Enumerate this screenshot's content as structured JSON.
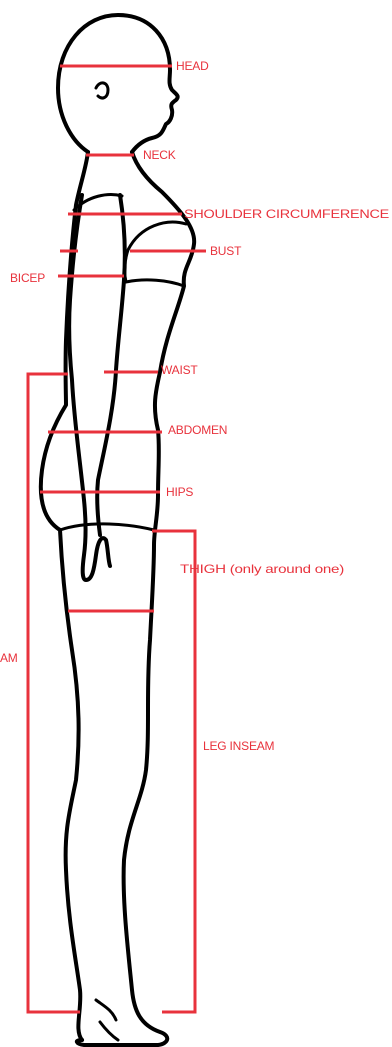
{
  "accent_color": "#e8323c",
  "outline_color": "#000000",
  "labels": {
    "head": "HEAD",
    "neck": "NECK",
    "shoulder": "SHOULDER CIRCUMFERENCE",
    "bust": "BUST",
    "bicep": "BICEP",
    "waist": "WAIST",
    "abdomen": "ABDOMEN",
    "hips": "HIPS",
    "thigh": "THIGH (only around one)",
    "leg_inseam": "LEG INSEAM",
    "outseam_partial": "AM"
  }
}
